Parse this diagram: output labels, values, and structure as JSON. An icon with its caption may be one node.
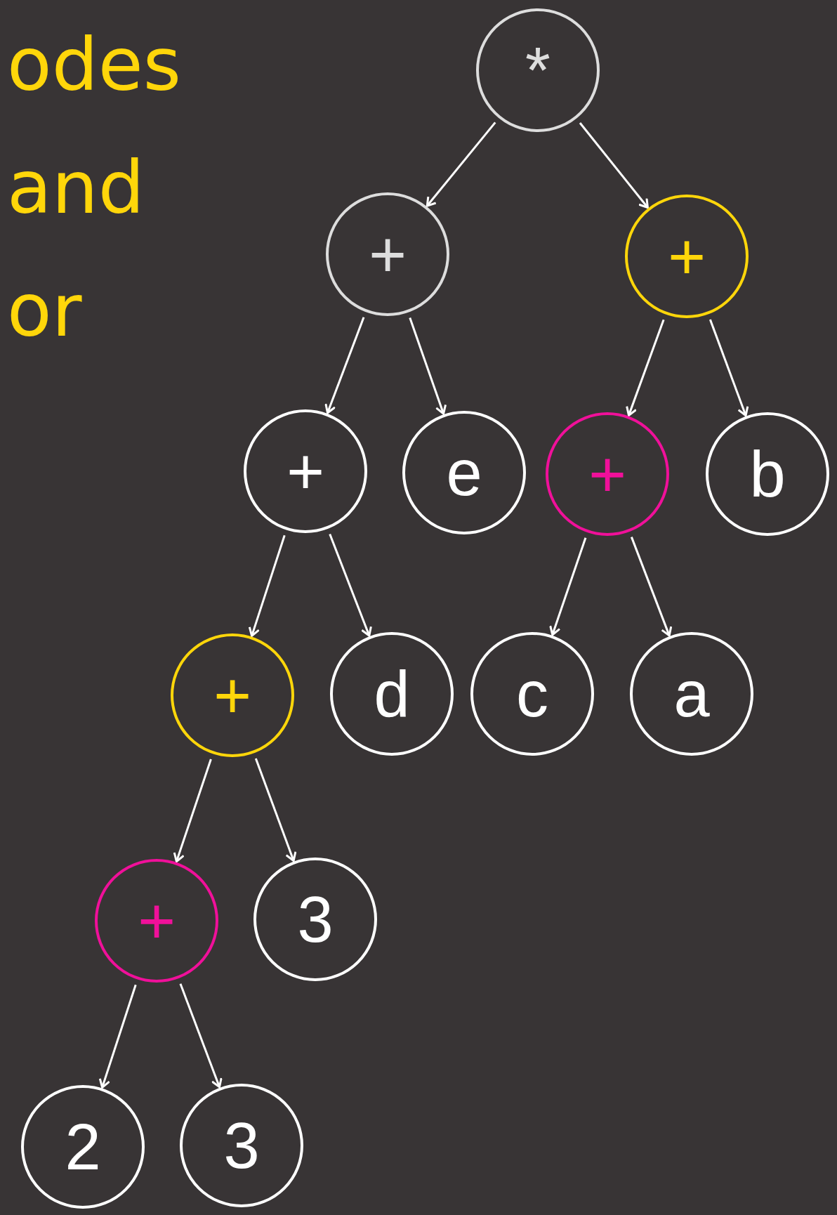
{
  "diagram": {
    "nodes": [
      {
        "text": [
          "*"
        ]
      },
      {
        "text": [
          "+"
        ]
      },
      {
        "text": [
          "+"
        ]
      },
      {
        "text": [
          "+"
        ]
      },
      {
        "text": [
          "e"
        ]
      },
      {
        "text": [
          "+"
        ]
      },
      {
        "text": [
          "b"
        ]
      },
      {
        "text": [
          "+"
        ]
      },
      {
        "text": [
          "d"
        ]
      },
      {
        "text": [
          "c"
        ]
      },
      {
        "text": [
          "a"
        ]
      },
      {
        "text": [
          "+"
        ]
      },
      {
        "text": [
          "3"
        ]
      },
      {
        "text": [
          "2"
        ]
      },
      {
        "text": [
          "3"
        ]
      }
    ],
    "edges": [
      {
        "from": 0,
        "to": 1,
        "arrow": "to"
      },
      {
        "from": 0,
        "to": 2,
        "arrow": "to"
      },
      {
        "from": 1,
        "to": 3,
        "arrow": "to"
      },
      {
        "from": 1,
        "to": 4,
        "arrow": "to"
      },
      {
        "from": 2,
        "to": 5,
        "arrow": "to"
      },
      {
        "from": 2,
        "to": 6,
        "arrow": "to"
      },
      {
        "from": 3,
        "to": 7,
        "arrow": "to"
      },
      {
        "from": 3,
        "to": 8,
        "arrow": "to"
      },
      {
        "from": 5,
        "to": 9,
        "arrow": "to"
      },
      {
        "from": 5,
        "to": 10,
        "arrow": "to"
      },
      {
        "from": 7,
        "to": 11,
        "arrow": "to"
      },
      {
        "from": 7,
        "to": 12,
        "arrow": "to"
      },
      {
        "from": 11,
        "to": 13,
        "arrow": "to"
      },
      {
        "from": 11,
        "to": 14,
        "arrow": "to"
      }
    ],
    "labels": [
      "odes",
      "and",
      "or"
    ]
  }
}
